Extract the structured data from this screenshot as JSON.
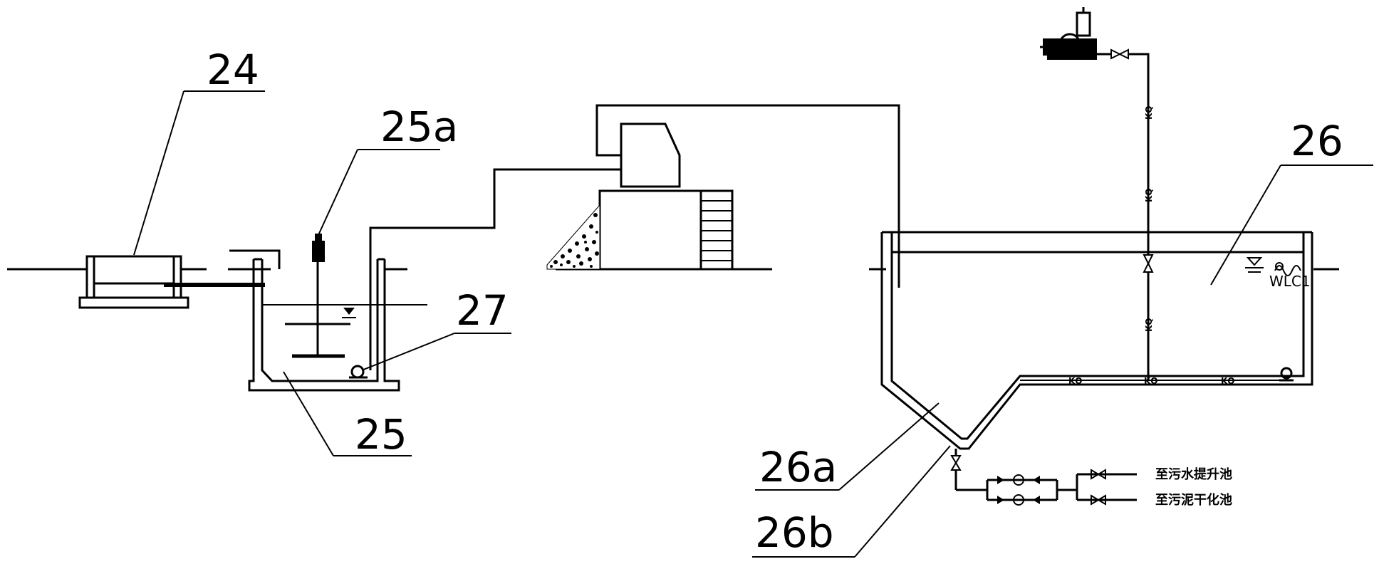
{
  "labels": {
    "l24": "24",
    "l25a": "25a",
    "l27": "27",
    "l25": "25",
    "l26": "26",
    "l26a": "26a",
    "l26b": "26b"
  },
  "annotations": {
    "level_sensor": "WLC1",
    "pipe_tag": "KQ"
  },
  "destinations": {
    "line1": "至污水提升池",
    "line2": "至污泥干化池"
  },
  "colors": {
    "ink": "#000000",
    "background": "#ffffff"
  }
}
